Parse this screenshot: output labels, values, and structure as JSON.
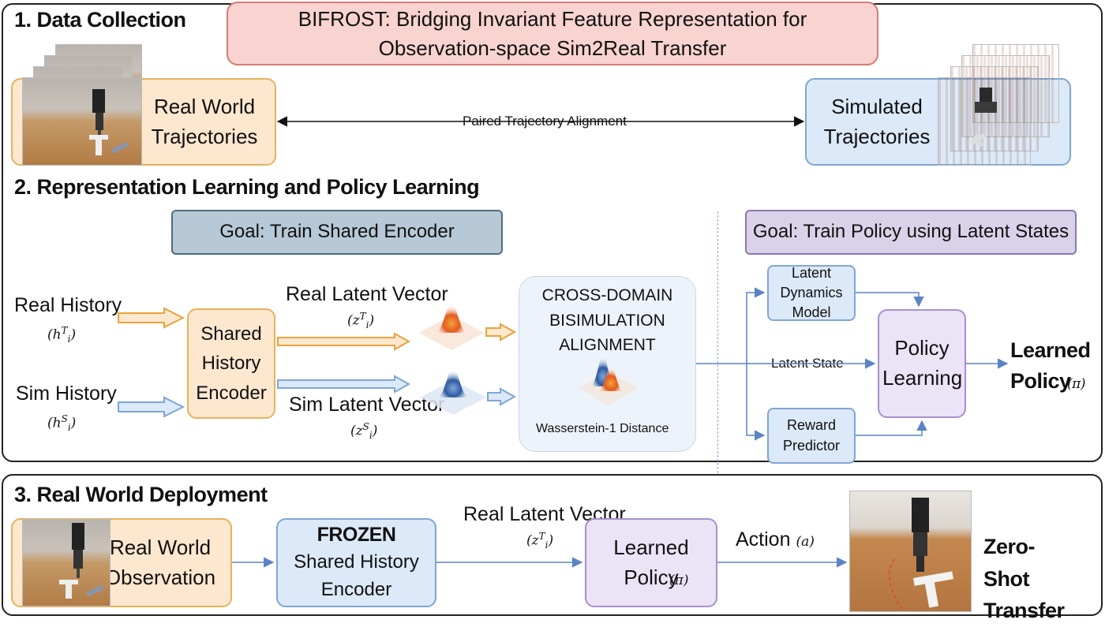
{
  "title": "BIFROST: Bridging Invariant Feature Representation for Observation-space Sim2Real Transfer",
  "section1": {
    "title": "1. Data Collection",
    "real_box": "Real World Trajectories",
    "sim_box": "Simulated Trajectories",
    "alignment_label": "Paired Trajectory Alignment"
  },
  "section2": {
    "title": "2. Representation Learning and Policy Learning",
    "goal_encoder": "Goal: Train Shared Encoder",
    "goal_policy": "Goal: Train Policy using Latent States",
    "real_history": "Real History",
    "real_history_sym": "h",
    "sim_history": "Sim History",
    "sim_history_sym": "h",
    "encoder": "Shared History Encoder",
    "real_latent": "Real Latent Vector",
    "sim_latent": "Sim Latent Vector",
    "latent_sym": "z",
    "sub_i": "i",
    "sup_T": "T",
    "sup_S": "S",
    "bisim_title": "CROSS-DOMAIN BISIMULATION ALIGNMENT",
    "wasserstein": "Wasserstein-1 Distance",
    "latent_dynamics": "Latent Dynamics Model",
    "latent_state": "Latent State",
    "reward_predictor": "Reward Predictor",
    "policy_learning": "Policy Learning",
    "learned_policy": "Learned Policy",
    "pi_sym": "π"
  },
  "section3": {
    "title": "3. Real World Deployment",
    "real_obs": "Real World Observation",
    "frozen": "FROZEN",
    "frozen_encoder": "Shared History Encoder",
    "real_latent": "Real Latent Vector",
    "learned_policy": "Learned Policy",
    "action": "Action",
    "action_sym": "a",
    "zero_shot": "Zero-Shot Transfer"
  },
  "colors": {
    "orange_fill": "#fde7cf",
    "orange_border": "#e6b25e",
    "blue_fill": "#dce9f8",
    "blue_border": "#7fa6d6",
    "purple_fill": "#ebe3f6",
    "purple_border": "#a88fd0",
    "title_fill": "#f8d3d0",
    "title_border": "#d77b76",
    "goal_encoder_fill": "#b7c9d6",
    "goal_policy_fill": "#d9d2e9",
    "arrow_blue": "#5b84c4",
    "arrow_orange": "#e8a33a"
  }
}
